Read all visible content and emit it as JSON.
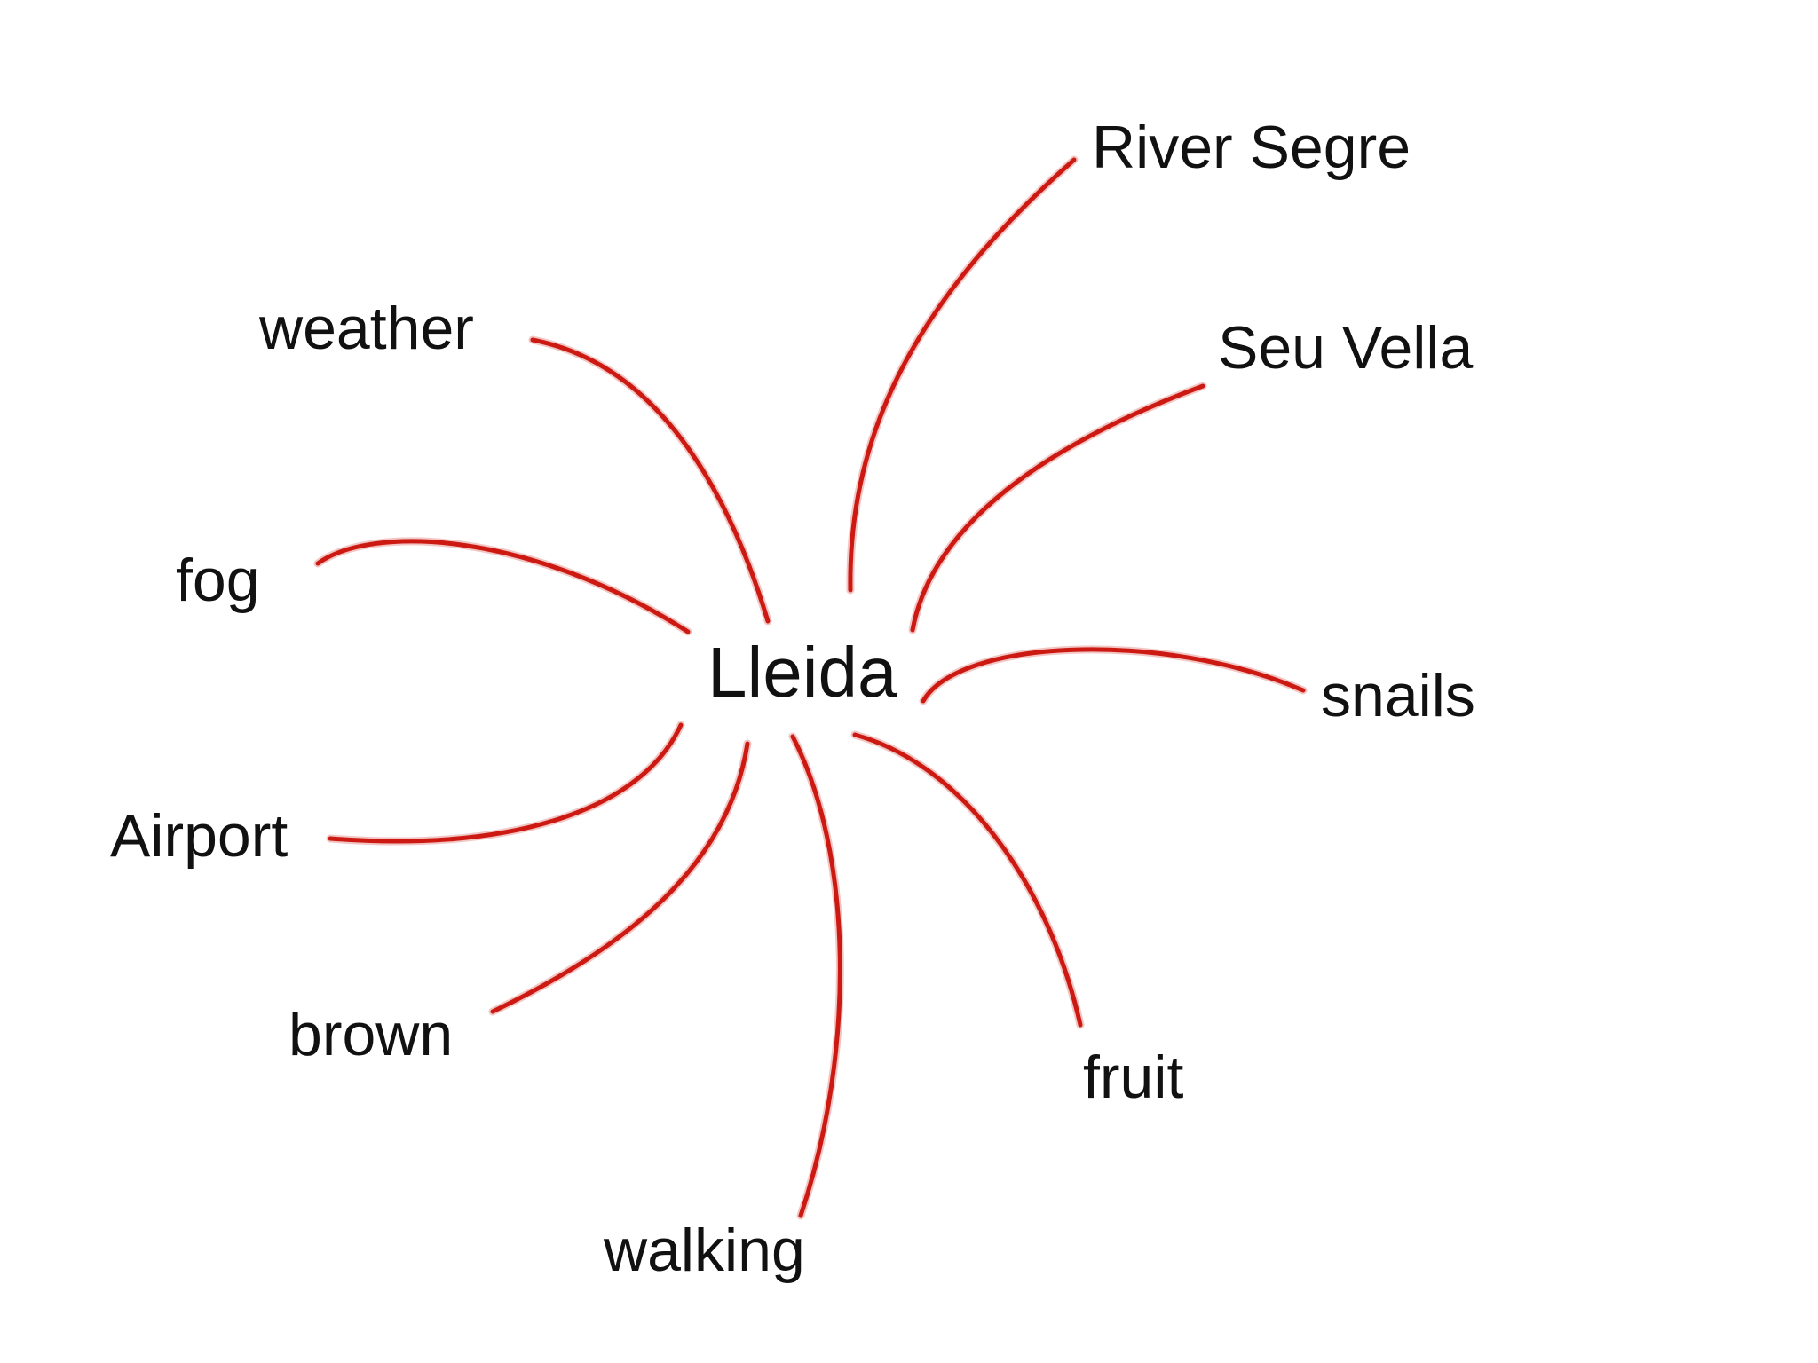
{
  "diagram": {
    "center": {
      "label": "Lleida"
    },
    "branches": [
      {
        "id": "river-segre",
        "label": "River Segre"
      },
      {
        "id": "weather",
        "label": "weather"
      },
      {
        "id": "seu-vella",
        "label": "Seu Vella"
      },
      {
        "id": "fog",
        "label": "fog"
      },
      {
        "id": "snails",
        "label": "snails"
      },
      {
        "id": "airport",
        "label": "Airport"
      },
      {
        "id": "brown",
        "label": "brown"
      },
      {
        "id": "fruit",
        "label": "fruit"
      },
      {
        "id": "walking",
        "label": "walking"
      }
    ],
    "stroke_color": "#cc1a12"
  }
}
